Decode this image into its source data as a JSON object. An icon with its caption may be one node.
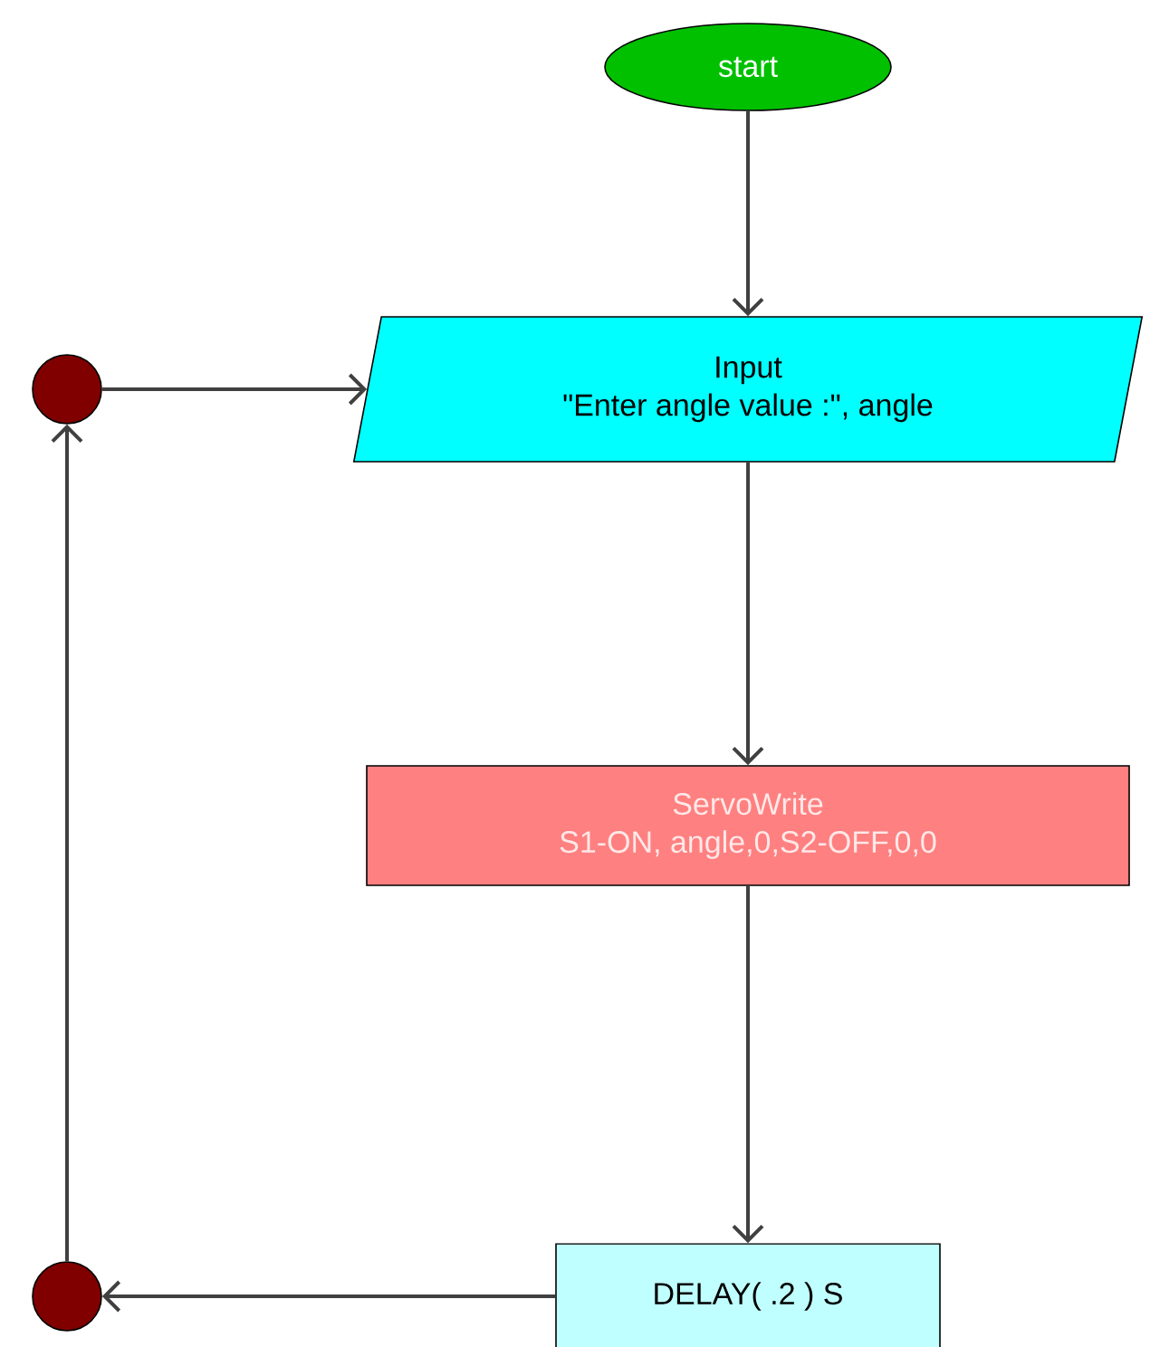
{
  "diagram": {
    "nodes": [
      {
        "text": [
          "start"
        ]
      },
      {
        "text": [
          "Input",
          "\"Enter angle value :\", angle"
        ]
      },
      {
        "text": [
          "ServoWrite",
          "S1-ON, angle,0,S2-OFF,0,0"
        ]
      },
      {
        "text": [
          "DELAY( .2 ) S"
        ]
      },
      {
        "text": [],
        "shape": "circle"
      },
      {
        "text": [],
        "shape": "circle"
      }
    ],
    "edges": [
      {
        "from": 0,
        "to": 1,
        "arrow": "to"
      },
      {
        "from": 1,
        "to": 2,
        "arrow": "to"
      },
      {
        "from": 2,
        "to": 3,
        "arrow": "to"
      },
      {
        "from": 3,
        "to": 5,
        "arrow": "to"
      },
      {
        "from": 5,
        "to": 4,
        "arrow": "to"
      },
      {
        "from": 4,
        "to": 1,
        "arrow": "to"
      }
    ]
  }
}
